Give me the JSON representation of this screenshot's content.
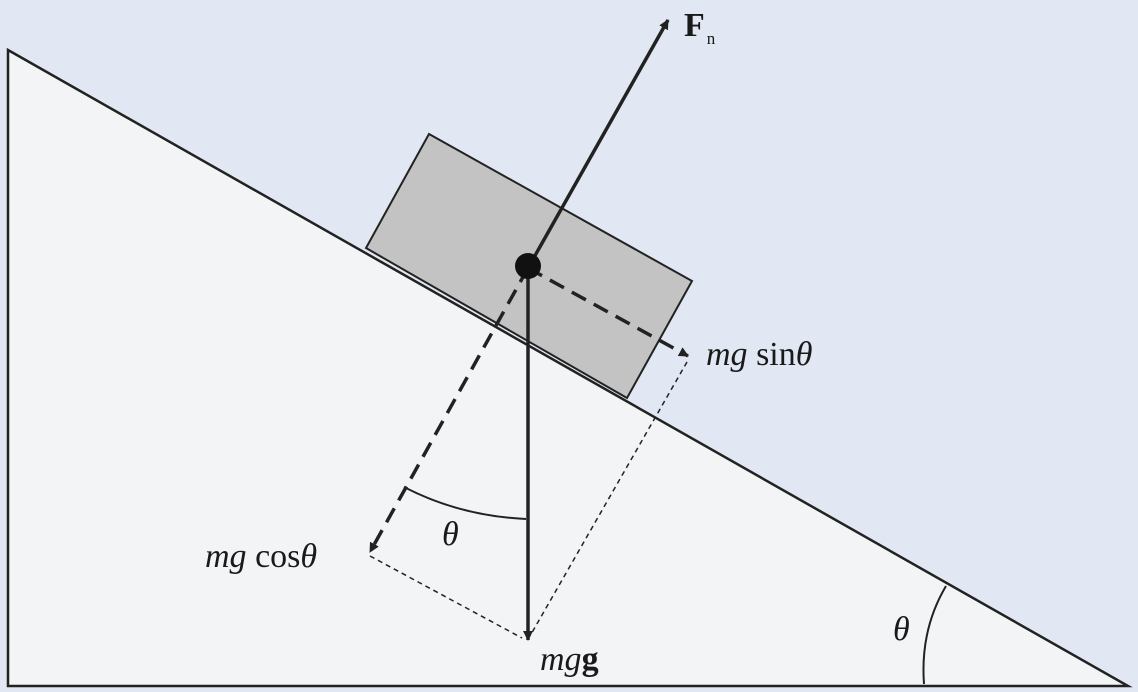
{
  "colors": {
    "sky": "#e1e8f3",
    "incline": "#f3f4f6",
    "block": "#c3c3c3",
    "ink": "#222222"
  },
  "labels": {
    "normal_force_main": "F",
    "normal_force_sub": "n",
    "gravity_mg": "mg",
    "gravity_g": "g",
    "sin_coef": "mg",
    "sin_fn": " sin",
    "sin_theta": "θ",
    "cos_coef": "mg",
    "cos_fn": " cos",
    "cos_theta": "θ",
    "angle_at_mass": "θ",
    "angle_at_base": "θ"
  }
}
